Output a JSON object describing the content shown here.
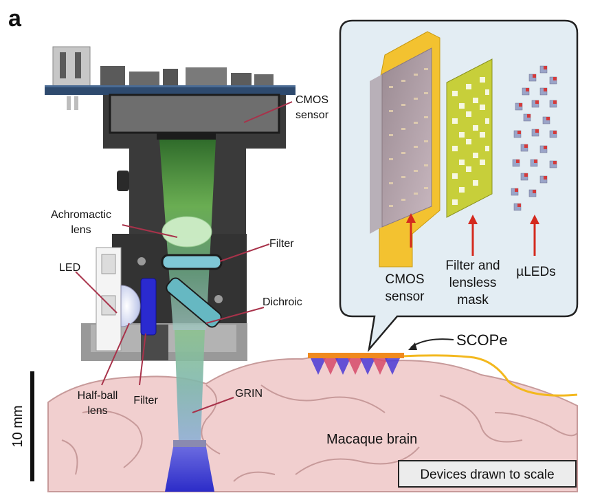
{
  "panel_letter": "a",
  "labels": {
    "cmos_sensor_line1": "CMOS",
    "cmos_sensor_line2": "sensor",
    "achromatic_lens_line1": "Achromactic",
    "achromatic_lens_line2": "lens",
    "filter_top": "Filter",
    "led": "LED",
    "dichroic": "Dichroic",
    "half_ball_lens_line1": "Half-ball",
    "half_ball_lens_line2": "lens",
    "filter_bottom": "Filter",
    "grin": "GRIN",
    "macaque_brain": "Macaque brain",
    "scope": "SCOPe",
    "scale_bar": "10 mm",
    "scale_note": "Devices drawn to scale"
  },
  "inset": {
    "cmos_line1": "CMOS",
    "cmos_line2": "sensor",
    "filter_line1": "Filter and",
    "filter_line2": "lensless",
    "filter_line3": "mask",
    "uleds": "µLEDs"
  },
  "colors": {
    "brain_fill": "#f1cfcf",
    "brain_stroke": "#c79a9a",
    "housing": "#3a3a3a",
    "housing_dark": "#1c1c1c",
    "pcb_blue": "#2e4a6e",
    "green_beam": "#5aa84a",
    "blue_light": "#3a3ad0",
    "inset_bg": "#e3edf3",
    "flex_gold": "#f3c230",
    "mask_green": "#c7cf3a",
    "arrow_red": "#d42a1e",
    "leader_red": "#a8324a"
  }
}
